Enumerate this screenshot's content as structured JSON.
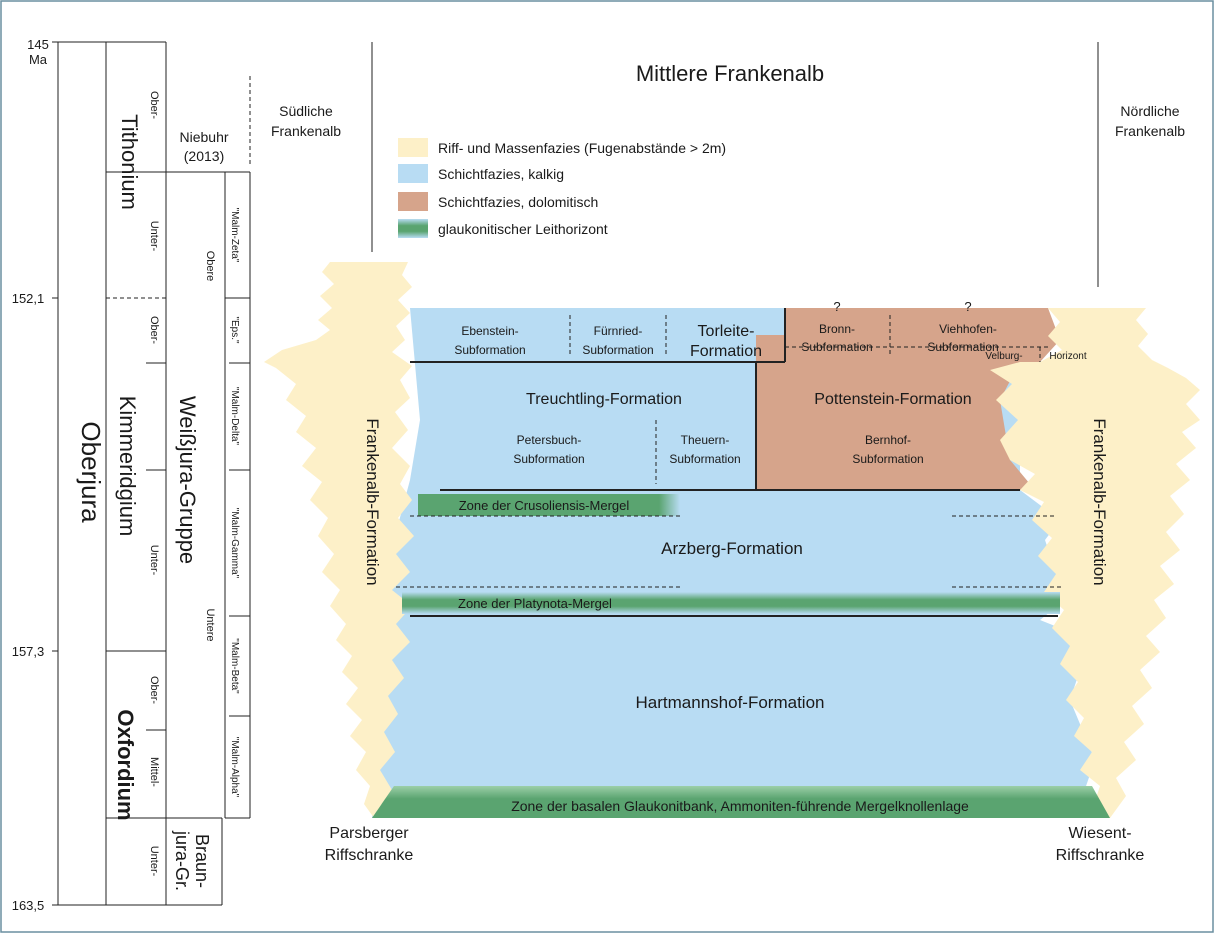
{
  "colors": {
    "frame": "#6a8fa0",
    "reef": "#fdf0c8",
    "calcareous": "#b8dcf3",
    "dolomitic": "#d6a48b",
    "glauconite": "#5aa470",
    "line": "#222222"
  },
  "timescale": {
    "ages": [
      "145",
      "Ma",
      "152,1",
      "157,3",
      "163,5"
    ],
    "system": "Oberjura",
    "stages": [
      "Tithonium",
      "Kimmeridgium",
      "Oxfordium"
    ],
    "substages": [
      "Ober-",
      "Unter-",
      "Ober-",
      "Unter-",
      "Ober-",
      "Mittel-",
      "Unter-"
    ],
    "braunjura": [
      "Braun-",
      "jura-Gr."
    ],
    "group": "Weißjura-Gruppe",
    "group_parts": [
      "Obere",
      "Untere"
    ],
    "niebuhr": [
      "Niebuhr",
      "(2013)"
    ],
    "malm": [
      "\"Malm-Zeta\"",
      "\"Eps.\"",
      "\"Malm-Delta\"",
      "\"Malm-Gamma\"",
      "\"Malm-Beta\"",
      "\"Malm-Alpha\""
    ]
  },
  "regions": {
    "south": [
      "Südliche",
      "Frankenalb"
    ],
    "middle": "Mittlere Frankenalb",
    "north": [
      "Nördliche",
      "Frankenalb"
    ]
  },
  "legend": [
    {
      "label": "Riff- und Massenfazies (Fugenabstände > 2m)",
      "color": "#fdf0c8"
    },
    {
      "label": "Schichtfazies, kalkig",
      "color": "#b8dcf3"
    },
    {
      "label": "Schichtfazies, dolomitisch",
      "color": "#d6a48b"
    },
    {
      "label": "glaukonitischer Leithorizont",
      "color": "#5aa470"
    }
  ],
  "units": {
    "ebenstein": [
      "Ebenstein-",
      "Subformation"
    ],
    "fuernried": [
      "Fürnried-",
      "Subformation"
    ],
    "torleite": [
      "Torleite-",
      "Formation"
    ],
    "bronn": [
      "Bronn-",
      "Subformation"
    ],
    "viehhofen": [
      "Viehhofen-",
      "Subformation"
    ],
    "velburg": "Velburg-",
    "horizont": "Horizont",
    "question": "?",
    "treuchtling": "Treuchtling-Formation",
    "petersbuch": [
      "Petersbuch-",
      "Subformation"
    ],
    "theuern": [
      "Theuern-",
      "Subformation"
    ],
    "pottenstein": "Pottenstein-Formation",
    "bernhof": [
      "Bernhof-",
      "Subformation"
    ],
    "crusoliensis": "Zone der Crusoliensis-Mergel",
    "arzberg": "Arzberg-Formation",
    "platynota": "Zone der Platynota-Mergel",
    "hartmannshof": "Hartmannshof-Formation",
    "basal": "Zone der basalen Glaukonitbank, Ammoniten-führende Mergelknollenlage",
    "frankenalb": "Frankenalb-Formation"
  },
  "reefs": {
    "parsberger": [
      "Parsberger",
      "Riffschranke"
    ],
    "wiesent": [
      "Wiesent-",
      "Riffschranke"
    ]
  }
}
